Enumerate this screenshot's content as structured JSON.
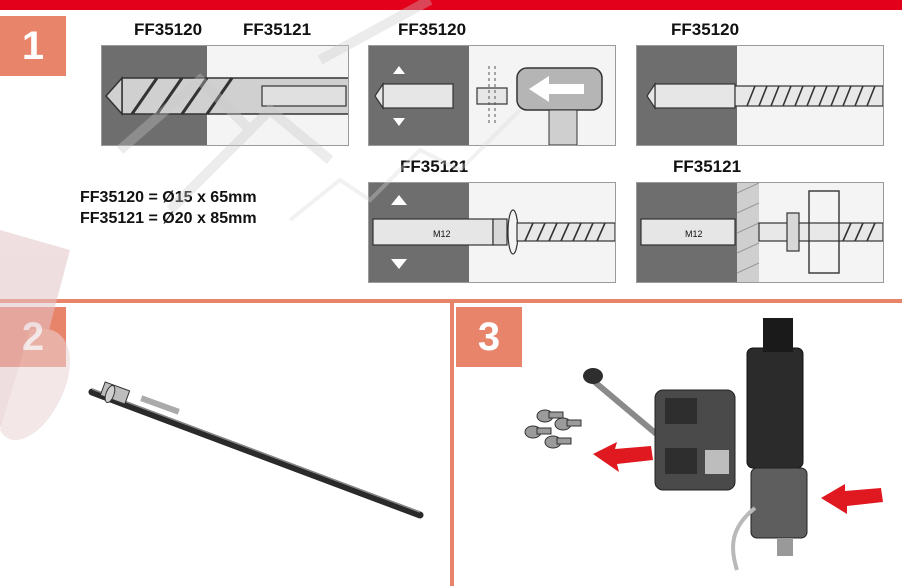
{
  "steps": {
    "one": "1",
    "two": "2",
    "three": "3"
  },
  "models": {
    "drill_a": "FF35120",
    "drill_b": "FF35121",
    "anchor_hammer": "FF35120",
    "anchor_screw": "FF35120",
    "anchor_121_a": "FF35121",
    "anchor_121_b": "FF35121"
  },
  "specs": {
    "line1": "FF35120 = Ø15 x 65mm",
    "line2": "FF35121 = Ø20 x 85mm"
  },
  "labels": {
    "nut_mark": "M12"
  },
  "colors": {
    "accent_red": "#e3001b",
    "step_orange": "#e8846a",
    "wall_gray": "#6e6e6e",
    "arrow_red": "#e0181f"
  },
  "icons": {
    "drill_bit": "drill-bit-icon",
    "hammer": "hammer-icon",
    "arrow": "arrow-left-icon"
  }
}
